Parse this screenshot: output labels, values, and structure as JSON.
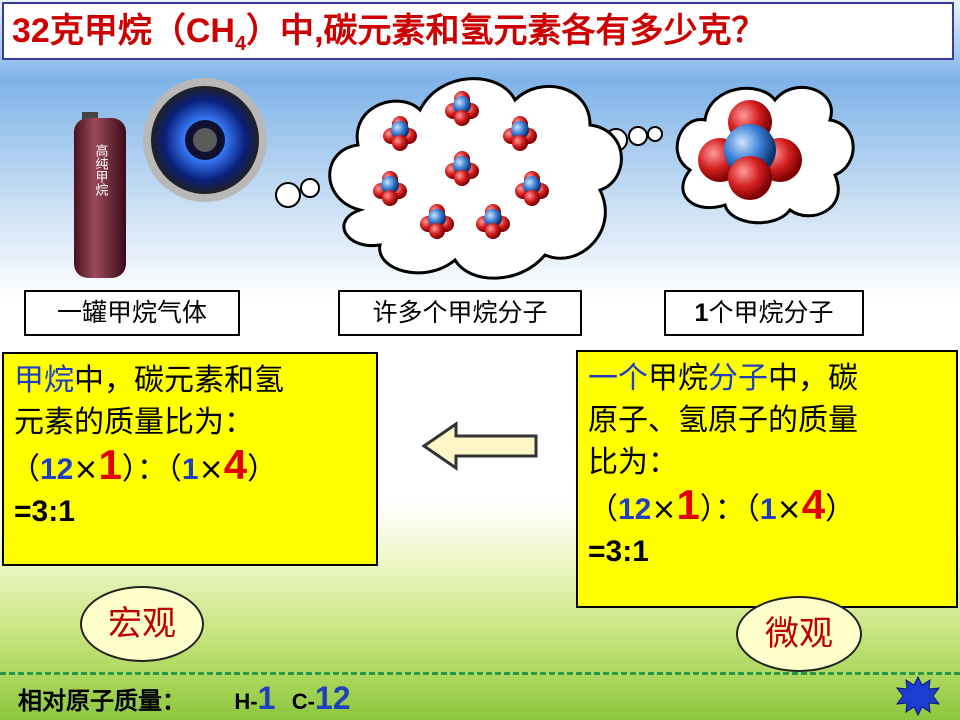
{
  "title": {
    "prefix": "32",
    "text1": "克甲烷（",
    "formula_c": "CH",
    "formula_sub": "4",
    "text2": "）中",
    "comma": ",",
    "text3": "碳元素和氢元素各有多少克？"
  },
  "labels": {
    "tank": "一罐甲烷气体",
    "many": "许多个甲烷分子",
    "one_num": "1",
    "one": "个甲烷分子"
  },
  "cylinder_text": "高纯甲烷",
  "macro_box": {
    "line1_blue": "甲烷",
    "line1_rest": "中，碳元素和氢",
    "line2": "元素的质量比为：",
    "paren_open": "（",
    "n12": "12",
    "times": "×",
    "n1": "1",
    "paren_close_colon": "）：（",
    "n1b": "1",
    "times2": "×",
    "n4": "4",
    "paren_close": "）",
    "result": "=3:1"
  },
  "micro_box": {
    "line1_blue_a": "一个",
    "line1_mid": "甲烷",
    "line1_blue_b": "分子",
    "line1_rest": "中，碳",
    "line2": "原子、氢原子的质量",
    "line3": "比为：",
    "paren_open": "（",
    "n12": "12",
    "times": "×",
    "n1": "1",
    "paren_close_colon": "）：（",
    "n1b": "1",
    "times2": "×",
    "n4": "4",
    "paren_close": "）",
    "result": "=3:1"
  },
  "ovals": {
    "macro": "宏观",
    "micro": "微观"
  },
  "footer": {
    "label": "相对原子质量：",
    "h": "H-",
    "h_val": "1",
    "c": "C-",
    "c_val": "12"
  },
  "colors": {
    "title_red": "#cc0000",
    "highlight_yellow": "#ffff00",
    "accent_blue": "#1f3fbf",
    "number_red": "#e10000"
  },
  "icons": [
    "gas-cylinder-icon",
    "gas-flame-icon",
    "thought-cloud-icon",
    "methane-molecule-icon",
    "left-arrow-icon",
    "star-burst-icon"
  ]
}
